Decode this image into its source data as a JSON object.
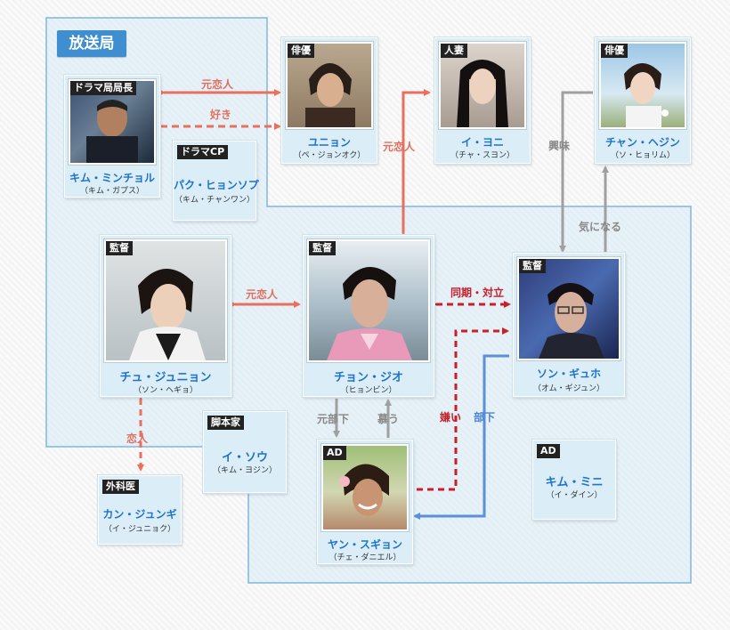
{
  "station": {
    "label": "放送局"
  },
  "cards": {
    "kim_minchol": {
      "role": "ドラマ局局長",
      "name": "キム・ミンチョル",
      "actor": "（キム・ガプス）"
    },
    "yunion": {
      "role": "俳優",
      "name": "ユニョン",
      "actor": "（ペ・ジョンオク）"
    },
    "i_yoni": {
      "role": "人妻",
      "name": "イ・ヨニ",
      "actor": "（チャ・スヨン）"
    },
    "chan_hejin": {
      "role": "俳優",
      "name": "チャン・ヘジン",
      "actor": "（ソ・ヒョリム）"
    },
    "paku_hyonsopu": {
      "role": "ドラマCP",
      "name": "パク・ヒョンソプ",
      "actor": "（キム・チャンワン）"
    },
    "chu_junyon": {
      "role": "監督",
      "name": "チュ・ジュニョン",
      "actor": "（ソン・ヘギョ）"
    },
    "chon_jio": {
      "role": "監督",
      "name": "チョン・ジオ",
      "actor": "（ヒョンビン）"
    },
    "son_gyuho": {
      "role": "監督",
      "name": "ソン・ギュホ",
      "actor": "（オム・ギジュン）"
    },
    "i_sou": {
      "role": "脚本家",
      "name": "イ・ソウ",
      "actor": "（キム・ヨジン）"
    },
    "yan_sugyon": {
      "role": "AD",
      "name": "ヤン・スギョン",
      "actor": "（チェ・ダニエル）"
    },
    "kim_mini": {
      "role": "AD",
      "name": "キム・ミニ",
      "actor": "（イ・ダイン）"
    },
    "kan_jungi": {
      "role": "外科医",
      "name": "カン・ジュンギ",
      "actor": "（イ・ジュニョク）"
    }
  },
  "relations": {
    "ex_lover_1": "元恋人",
    "likes": "好き",
    "ex_lover_2": "元恋人",
    "interest": "興味",
    "curious": "気になる",
    "ex_lover_3": "元恋人",
    "colleague_rival": "同期・対立",
    "former_subordinate": "元部下",
    "admire": "慕う",
    "dislike": "嫌い",
    "subordinate": "部下",
    "lover": "恋人"
  },
  "colors": {
    "red": "#e8705f",
    "dark_red": "#c8202a",
    "gray": "#a0a0a0",
    "blue": "#5b8fd6",
    "region_border": "#6fb0dc",
    "region_fill": "#d6eaf5",
    "name": "#1f73c8"
  },
  "icons": {
    "arrow_head": "triangle"
  }
}
